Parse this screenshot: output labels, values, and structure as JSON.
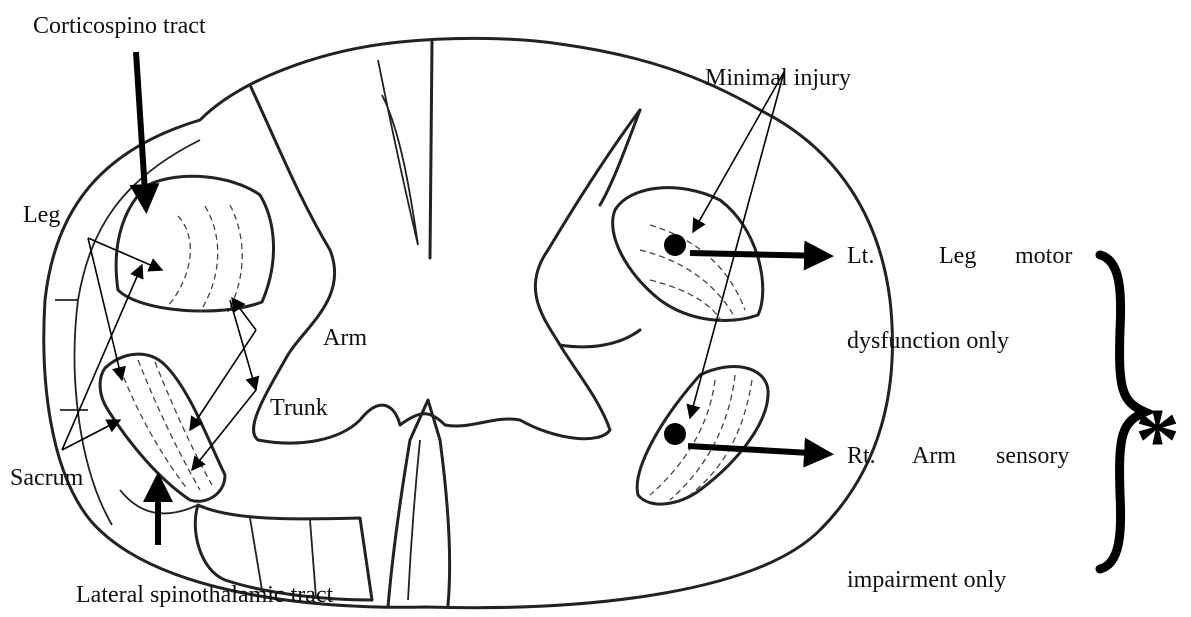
{
  "labels": {
    "corticospinal": "Corticospino tract",
    "leg": "Leg",
    "sacrum": "Sacrum",
    "arm": "Arm",
    "trunk": "Trunk",
    "lateral_spinothalamic": "Lateral spinothalamic tract",
    "minimal_injury": "Minimal injury",
    "leg_motor_line1_a": "Lt.",
    "leg_motor_line1_b": "Leg",
    "leg_motor_line1_c": "motor",
    "leg_motor_line2": "dysfunction only",
    "arm_sensory_line1_a": "Rt.",
    "arm_sensory_line1_b": "Arm",
    "arm_sensory_line1_c": "sensory",
    "arm_sensory_line2": "impairment only",
    "asterisk": "*"
  },
  "colors": {
    "ink": "#000000",
    "outline": "#222222",
    "background": "#ffffff"
  }
}
